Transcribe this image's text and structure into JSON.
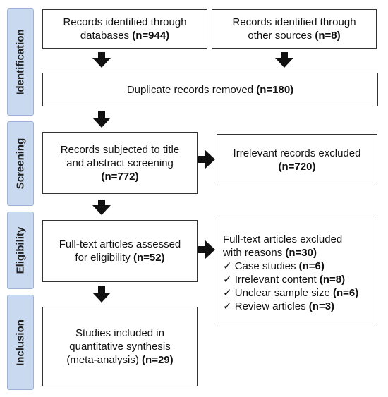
{
  "stages": {
    "identification": "Identification",
    "screening": "Screening",
    "eligibility": "Eligibility",
    "inclusion": "Inclusion"
  },
  "boxes": {
    "databases": {
      "line1": "Records identified through",
      "line2_text": "databases ",
      "line2_count": "(n=944)"
    },
    "other_sources": {
      "line1": "Records identified through",
      "line2_text": "other sources ",
      "line2_count": "(n=8)"
    },
    "duplicates": {
      "text": "Duplicate records removed ",
      "count": "(n=180)"
    },
    "screened": {
      "line1": "Records subjected to title",
      "line2": "and abstract screening",
      "count": "(n=772)"
    },
    "irrelevant": {
      "line1": "Irrelevant records excluded",
      "count": "(n=720)"
    },
    "fulltext": {
      "line1": "Full-text articles assessed",
      "line2_text": "for eligibility ",
      "line2_count": "(n=52)"
    },
    "excluded": {
      "line1": "Full-text articles excluded",
      "line2_text": "with reasons ",
      "line2_count": "(n=30)",
      "reasons": [
        {
          "check": "✓",
          "text": "Case studies ",
          "count": "(n=6)"
        },
        {
          "check": "✓",
          "text": "Irrelevant content ",
          "count": "(n=8)"
        },
        {
          "check": "✓",
          "text": "Unclear sample size ",
          "count": "(n=6)"
        },
        {
          "check": "✓",
          "text": "Review articles ",
          "count": "(n=3)"
        }
      ]
    },
    "included": {
      "line1": "Studies included in",
      "line2": "quantitative synthesis",
      "line3_text": "(meta-analysis) ",
      "line3_count": "(n=29)"
    }
  }
}
